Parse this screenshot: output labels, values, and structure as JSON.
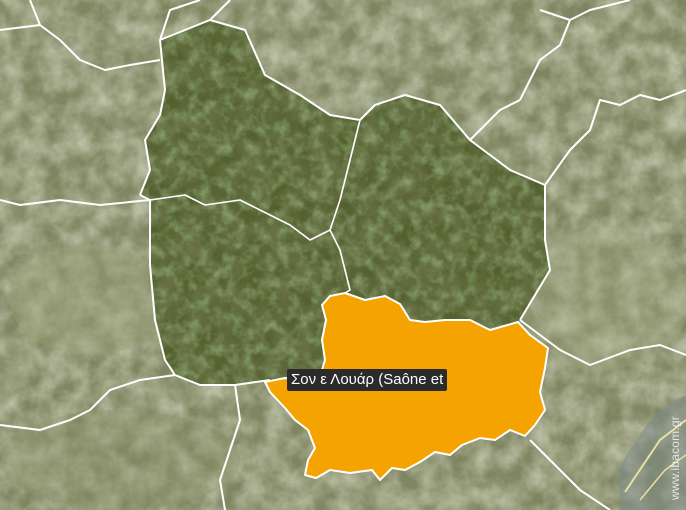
{
  "map": {
    "highlight": {
      "label": "Σον ε Λουάρ (Saône et",
      "fill": "#f5a300",
      "stroke": "#ffffff"
    },
    "regions": [
      {
        "id": "yonne"
      },
      {
        "id": "nievre"
      },
      {
        "id": "cote-dor"
      },
      {
        "id": "saone-et-loire"
      }
    ],
    "colors": {
      "terrain_base": "#7f8560",
      "region_fill": "#4d5a2c",
      "border": "#ffffff"
    },
    "watermark": "www.ibacom.gr"
  }
}
